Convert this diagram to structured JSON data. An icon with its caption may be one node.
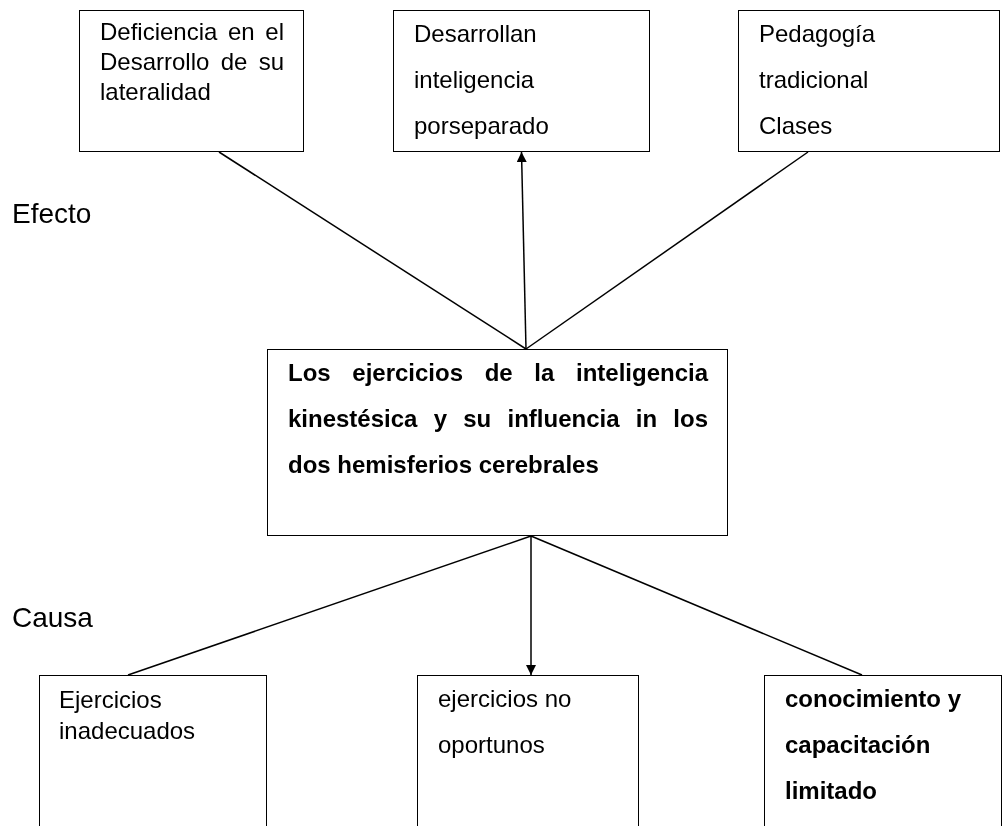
{
  "diagram": {
    "nodes": [
      {
        "text": [
          "Deficiencia en el Desarrollo de su lateralidad"
        ]
      },
      {
        "text": [
          "Desarrollan inteligencia porseparado"
        ]
      },
      {
        "text": [
          "Pedagogía tradicional Clases"
        ]
      },
      {
        "text": [
          "Los ejercicios de la inteligencia kinestésica y su influencia in los dos hemisferios cerebrales"
        ]
      },
      {
        "text": [
          "Ejercicios inadecuados"
        ]
      },
      {
        "text": [
          "ejercicios no oportunos"
        ]
      },
      {
        "text": [
          "conocimiento y capacitación limitado"
        ]
      }
    ],
    "edges": [
      {
        "from": 3,
        "to": 0,
        "arrow": "none"
      },
      {
        "from": 3,
        "to": 1,
        "arrow": "to"
      },
      {
        "from": 3,
        "to": 2,
        "arrow": "none"
      },
      {
        "from": 3,
        "to": 4,
        "arrow": "none"
      },
      {
        "from": 3,
        "to": 5,
        "arrow": "to"
      },
      {
        "from": 3,
        "to": 6,
        "arrow": "none"
      }
    ],
    "labels": [
      "Efecto",
      "Causa"
    ]
  }
}
